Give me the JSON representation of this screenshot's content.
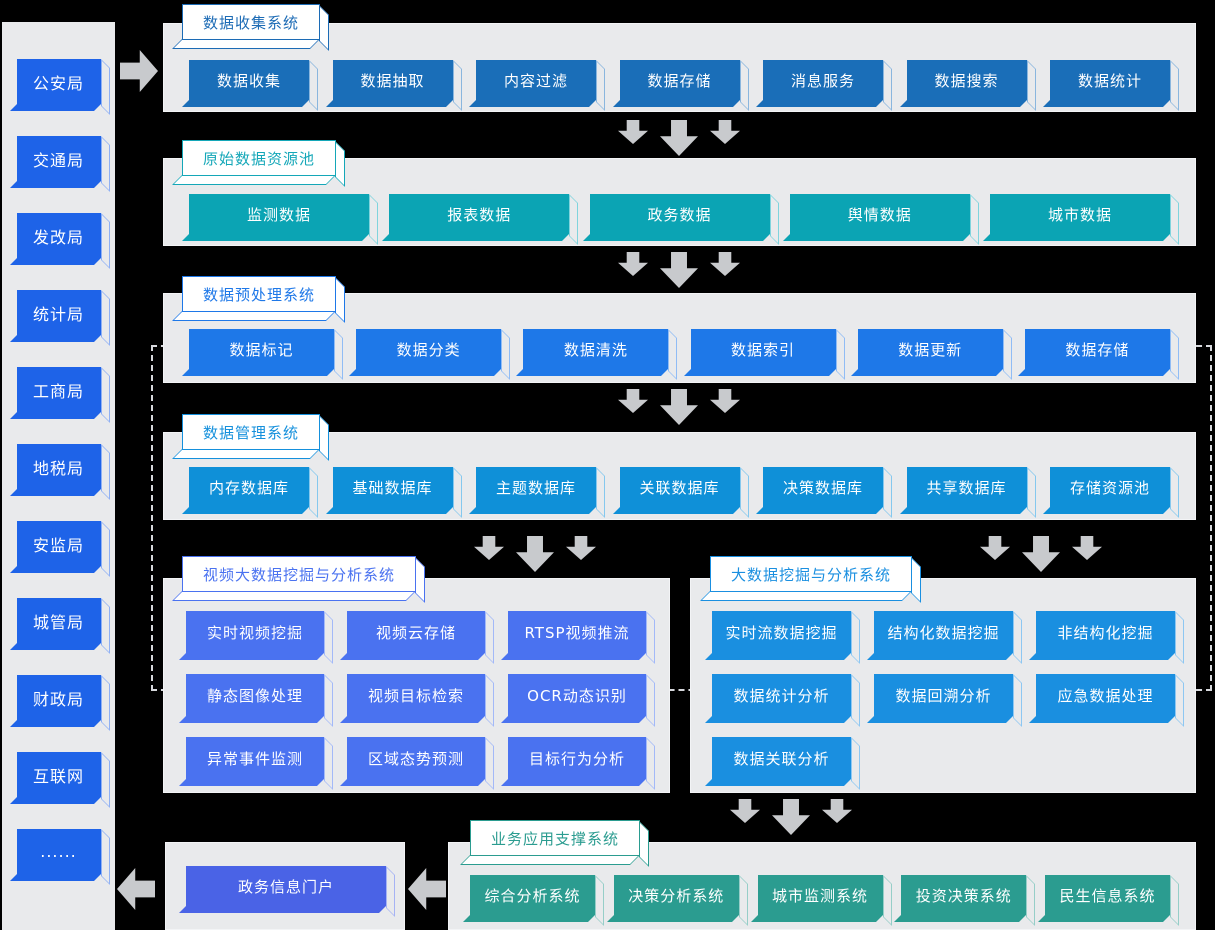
{
  "colors": {
    "background": "#000000",
    "panel_gray": "#e9eaec",
    "arrow_gray": "#c8cacd",
    "sidebar_blue": "#1e63e8",
    "collect_blue": "#1a6eb8",
    "raw_teal": "#0ba4b4",
    "preprocess_blue": "#1e78e8",
    "manage_blue": "#0f90d8",
    "video_blue": "#4a72f0",
    "bigdata_blue": "#1a8fe0",
    "app_green": "#2b9c90",
    "portal_blue": "#4a63e6"
  },
  "sidebar": {
    "items": [
      {
        "label": "公安局"
      },
      {
        "label": "交通局"
      },
      {
        "label": "发改局"
      },
      {
        "label": "统计局"
      },
      {
        "label": "工商局"
      },
      {
        "label": "地税局"
      },
      {
        "label": "安监局"
      },
      {
        "label": "城管局"
      },
      {
        "label": "财政局"
      },
      {
        "label": "互联网"
      },
      {
        "label": "......"
      }
    ]
  },
  "bands": {
    "collect": {
      "title": "数据收集系统",
      "buttons": [
        "数据收集",
        "数据抽取",
        "内容过滤",
        "数据存储",
        "消息服务",
        "数据搜索",
        "数据统计"
      ]
    },
    "raw": {
      "title": "原始数据资源池",
      "buttons": [
        "监测数据",
        "报表数据",
        "政务数据",
        "舆情数据",
        "城市数据"
      ]
    },
    "preprocess": {
      "title": "数据预处理系统",
      "buttons": [
        "数据标记",
        "数据分类",
        "数据清洗",
        "数据索引",
        "数据更新",
        "数据存储"
      ]
    },
    "manage": {
      "title": "数据管理系统",
      "buttons": [
        "内存数据库",
        "基础数据库",
        "主题数据库",
        "关联数据库",
        "决策数据库",
        "共享数据库",
        "存储资源池"
      ]
    },
    "video": {
      "title": "视频大数据挖掘与分析系统",
      "buttons": [
        "实时视频挖掘",
        "视频云存储",
        "RTSP视频推流",
        "静态图像处理",
        "视频目标检索",
        "OCR动态识别",
        "异常事件监测",
        "区域态势预测",
        "目标行为分析"
      ]
    },
    "bigdata": {
      "title": "大数据挖掘与分析系统",
      "buttons": [
        "实时流数据挖掘",
        "结构化数据挖掘",
        "非结构化挖掘",
        "数据统计分析",
        "数据回溯分析",
        "应急数据处理",
        "数据关联分析"
      ]
    },
    "app": {
      "title": "业务应用支撑系统",
      "buttons": [
        "综合分析系统",
        "决策分析系统",
        "城市监测系统",
        "投资决策系统",
        "民生信息系统"
      ]
    },
    "portal": {
      "label": "政务信息门户"
    }
  }
}
